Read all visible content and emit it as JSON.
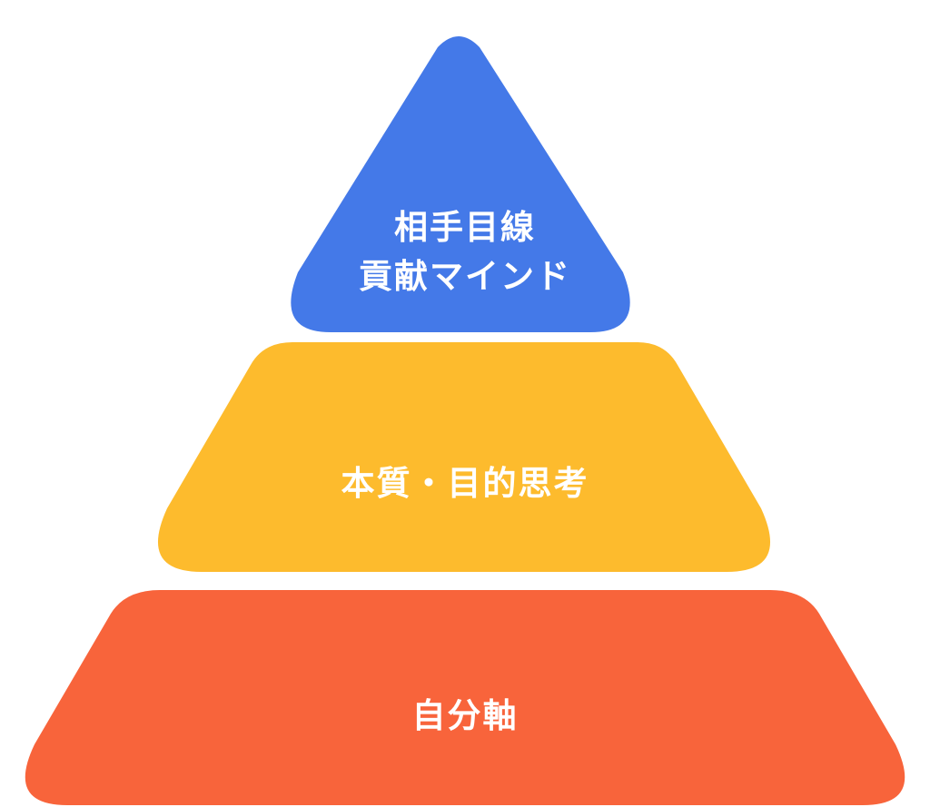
{
  "pyramid": {
    "tiers": [
      {
        "level": "top",
        "lines": [
          "相手目線",
          "貢献マインド"
        ],
        "color": "#4479E8"
      },
      {
        "level": "middle",
        "lines": [
          "本質・目的思考"
        ],
        "color": "#FDBB2D"
      },
      {
        "level": "bottom",
        "lines": [
          "自分軸"
        ],
        "color": "#F8643B"
      }
    ]
  }
}
